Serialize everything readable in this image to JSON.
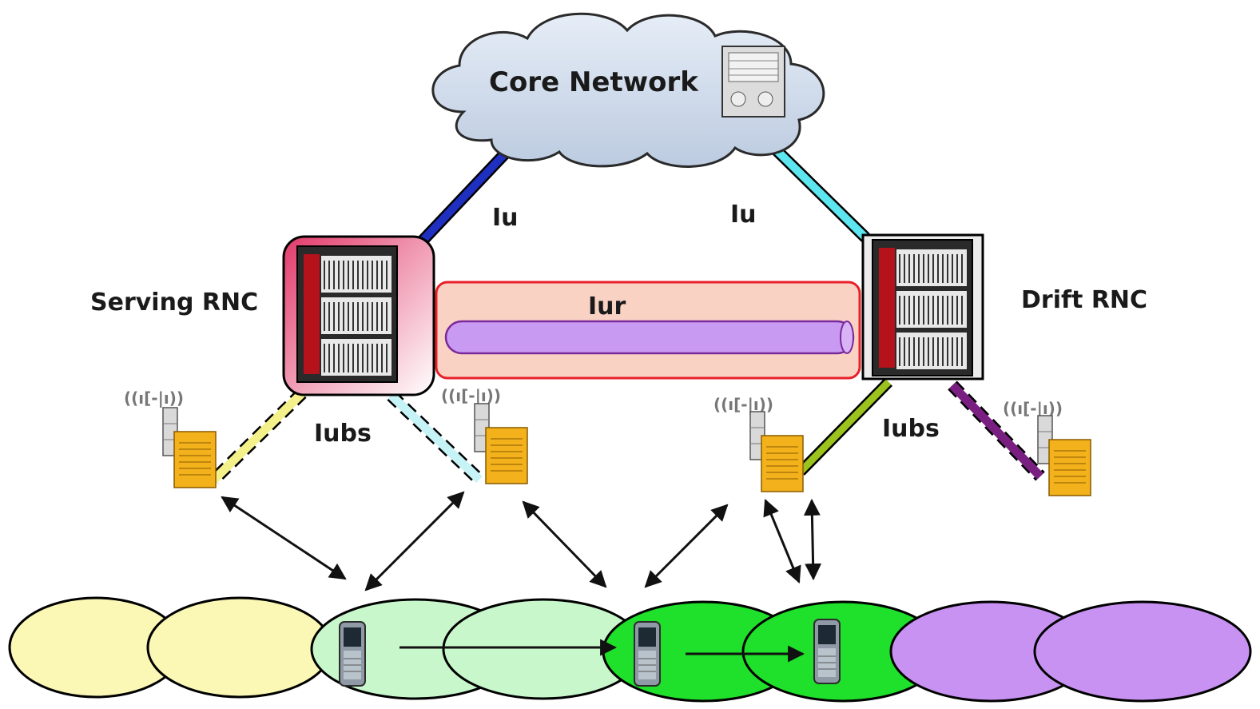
{
  "labels": {
    "core_network": "Core Network",
    "iu_left": "Iu",
    "iu_right": "Iu",
    "serving_rnc": "Serving RNC",
    "drift_rnc": "Drift RNC",
    "iur": "Iur",
    "iubs_left": "Iubs",
    "iubs_right": "Iubs"
  },
  "colors": {
    "iu_left_link": "#1f2fbf",
    "iu_right_link": "#5ee6f0",
    "iur_band": "#f9d2c4",
    "iur_border": "#e8202a",
    "iur_tube": "#c99af2",
    "iub_1": "#f4f08a",
    "iub_2": "#c6f4f6",
    "iub_3": "#9cc21e",
    "iub_4": "#7a1f82",
    "cell_yellow": "#fbf8b6",
    "cell_light_green": "#c9f7cc",
    "cell_green": "#1fe02a",
    "cell_purple": "#c892f2"
  },
  "icons": [
    "cloud-icon",
    "core-server-icon",
    "rnc-rack-icon",
    "node-b-icon",
    "mobile-phone-icon"
  ]
}
